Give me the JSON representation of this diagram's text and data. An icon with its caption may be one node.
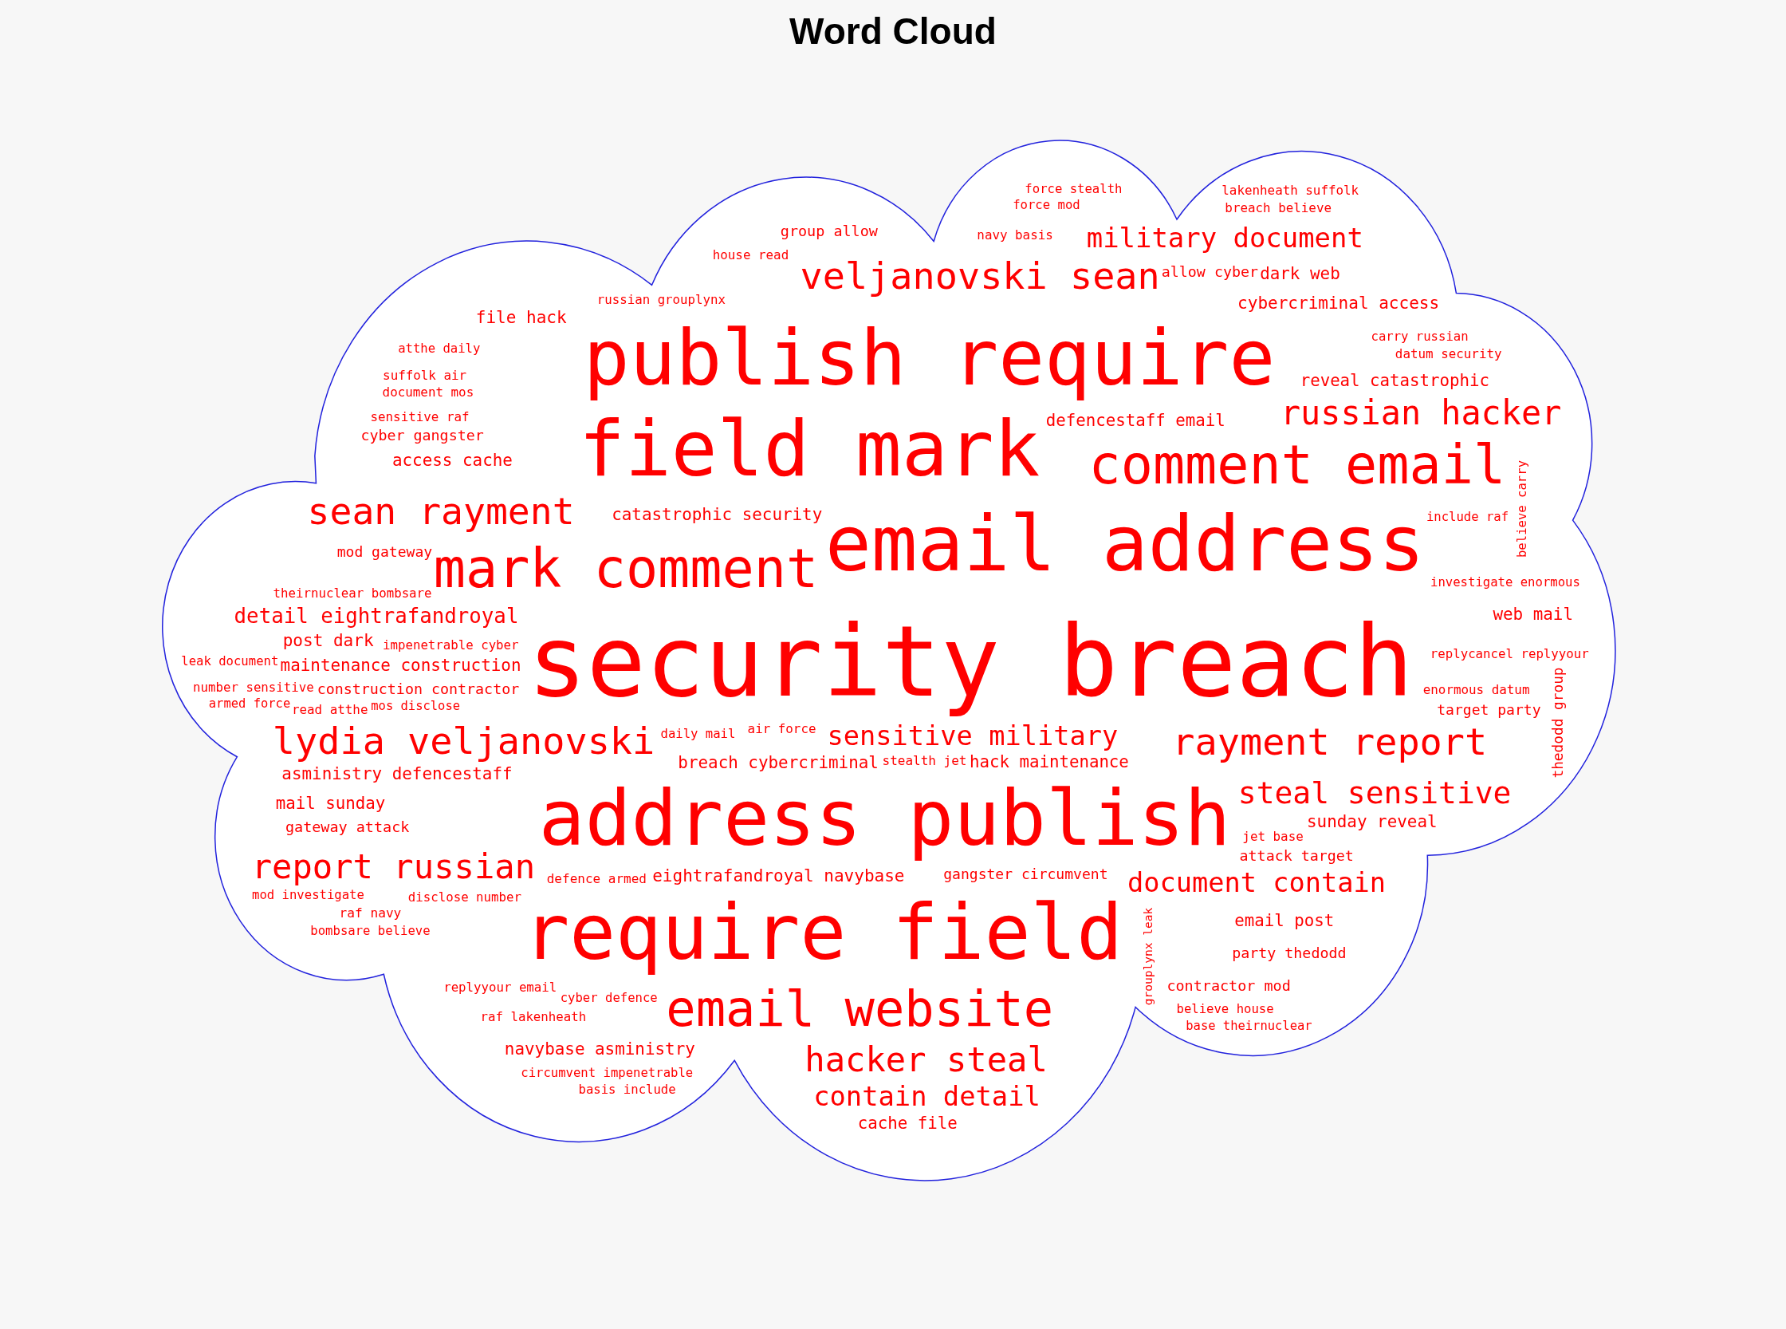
{
  "diagram": {
    "title": "Word Cloud",
    "labels": [
      "force mod",
      "breach believe",
      "force stealth",
      "lakenheath suffolk",
      "group allow",
      "navy basis",
      "military document",
      "house read",
      "veljanovski sean",
      "allow cyber",
      "dark web",
      "russian grouplynx",
      "sensitive military",
      "file hack",
      "cybercriminal access",
      "publish require",
      "atthe daily",
      "datum security",
      "suffolk air",
      "carry russian",
      "document mos",
      "sensitive raf",
      "russian hacker",
      "cyber gangster",
      "defencestaff email",
      "field mark",
      "access cache",
      "rayment report",
      "believe carry",
      "detail eightrafandroyal",
      "catastrophic security",
      "investigate enormous",
      "reveal catastrophic",
      "include raf",
      "sean rayment",
      "email address",
      "mod gateway",
      "lydia veljanovski",
      "hack maintenance",
      "steal sensitive",
      "theirnuclear bombsare",
      "maintenance construction",
      "gangster circumvent",
      "web mail",
      "daily mail",
      "post dark",
      "security breach",
      "leak document",
      "impenetrable cyber",
      "number sensitive",
      "air force",
      "grouplynx leak",
      "replycancel replyyour",
      "enormous datum",
      "mos disclose",
      "construction contractor",
      "mark comment",
      "comment email",
      "armed force",
      "stealth jet",
      "read atthe",
      "asministry defencestaff",
      "eightrafandroyal navybase",
      "sunday reveal",
      "target party",
      "address publish",
      "mail sunday",
      "gateway attack",
      "thedodd group",
      "mod investigate",
      "report russian",
      "breach cybercriminal",
      "document contain",
      "jet base",
      "circumvent impenetrable",
      "disclose number",
      "defence armed",
      "attack target",
      "raf navy",
      "require field",
      "email post",
      "bombsare believe",
      "party thedodd",
      "replyyour email",
      "contractor mod",
      "email website",
      "cyber defence",
      "base theirnuclear",
      "raf lakenheath",
      "believe house",
      "navybase asministry",
      "hacker steal",
      "basis include",
      "contain detail",
      "cache file"
    ]
  }
}
